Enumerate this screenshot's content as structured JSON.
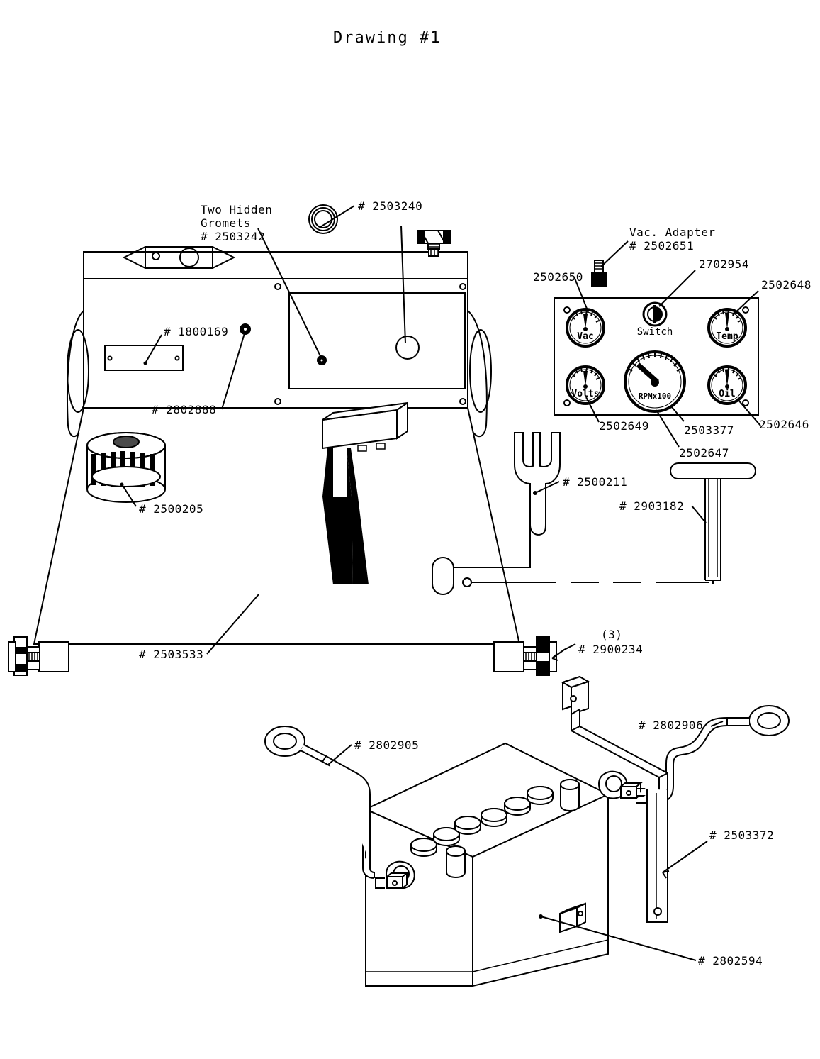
{
  "title": "Drawing #1",
  "callouts": {
    "grommets": {
      "line1": "Two Hidden",
      "line2": "Gromets",
      "line3": "# 2503242"
    },
    "cap_2503240": "# 2503240",
    "plate_1800169": "# 1800169",
    "knob_2802888": "# 2802888",
    "filter_2500205": "# 2500205",
    "base_2503533": "# 2503533",
    "foot_qty": "(3)",
    "foot_2900234": "# 2900234",
    "fork_2500211": "# 2500211",
    "thandle_2903182": "# 2903182",
    "cable_left_2802905": "# 2802905",
    "cable_right_2802906": "# 2802906",
    "bracket_2503372": "# 2503372",
    "battery_2802594": "# 2802594"
  },
  "panel": {
    "vac_adapter_line1": "Vac. Adapter",
    "vac_adapter_line2": "# 2502651",
    "vac_gauge_ref": "2502650",
    "switch_ref": "2702954",
    "temp_gauge_ref": "2502648",
    "volts_gauge_ref": "2502649",
    "panel_plate_ref": "2503377",
    "rpm_gauge_ref": "2502647",
    "oil_gauge_ref": "2502646",
    "gauges": [
      {
        "name": "vac-gauge",
        "label": "Vac"
      },
      {
        "name": "temp-gauge",
        "label": "Temp"
      },
      {
        "name": "volts-gauge",
        "label": "Volts"
      },
      {
        "name": "rpm-gauge",
        "label": "RPMx100"
      },
      {
        "name": "oil-gauge",
        "label": "Oil"
      }
    ],
    "switch_label": "Switch"
  },
  "colors": {
    "ink": "#000000",
    "paper": "#ffffff"
  }
}
